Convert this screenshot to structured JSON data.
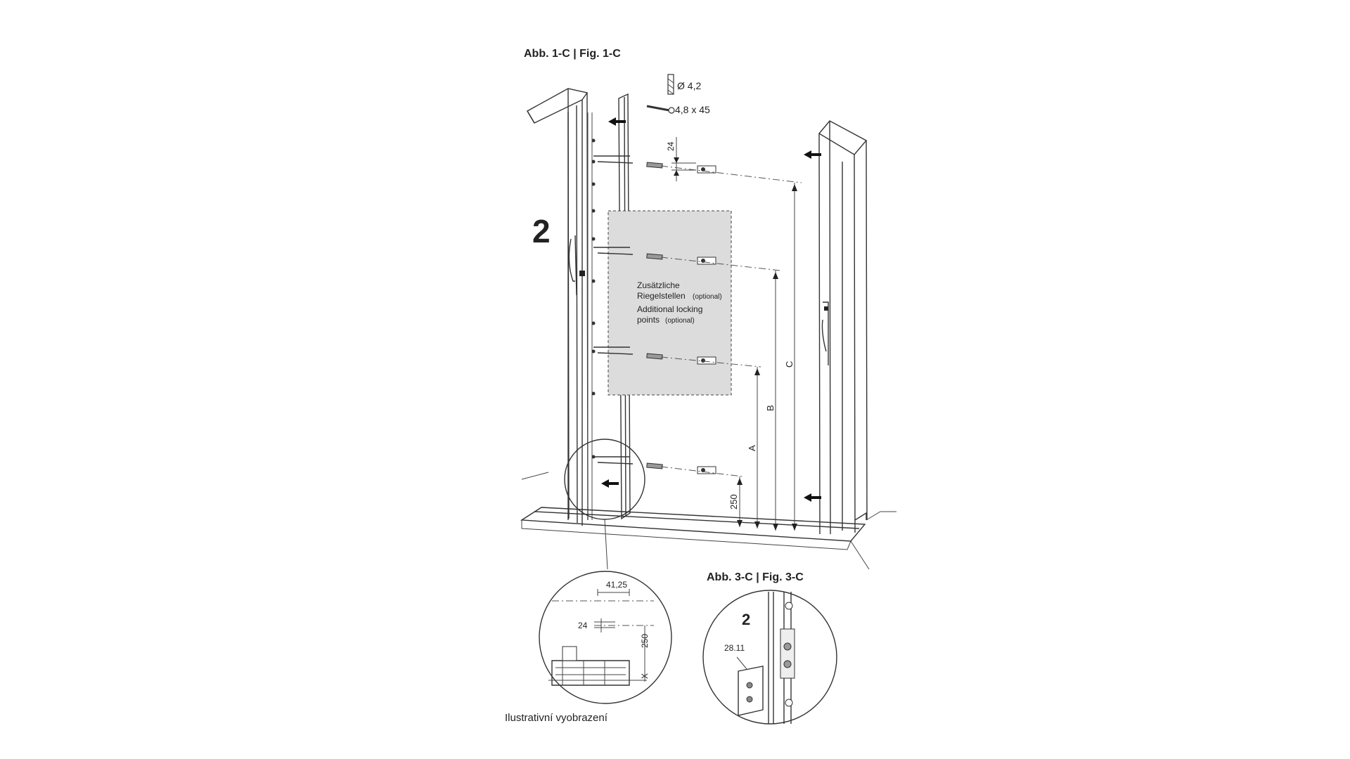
{
  "figures": {
    "fig1_title": "Abb. 1-C | Fig. 1-C",
    "fig3_title": "Abb. 3-C | Fig. 3-C",
    "step_number_main": "2",
    "step_number_detail": "2"
  },
  "hardware": {
    "drill_label": "Ø 4,2",
    "screw_label": "4,8 x 45"
  },
  "dimensions": {
    "spacing_top": "24",
    "height_a": "A",
    "height_b": "B",
    "height_c": "C",
    "height_bottom": "250"
  },
  "optional_zone": {
    "de_line1": "Zusätzliche",
    "de_line2": "Riegelstellen",
    "de_optional": "(optional)",
    "en_line1": "Additional locking",
    "en_line2": "points",
    "en_optional": "(optional)"
  },
  "detail_circle": {
    "dim_width": "41,25",
    "dim_24": "24",
    "dim_250": "250",
    "dim_x": "X"
  },
  "detail_fig3": {
    "part_number": "28.11"
  },
  "caption": "Ilustrativní vyobrazení",
  "icons": [
    "drill-bit-icon",
    "screw-icon",
    "arrow-left-icon",
    "door-handle-icon"
  ]
}
